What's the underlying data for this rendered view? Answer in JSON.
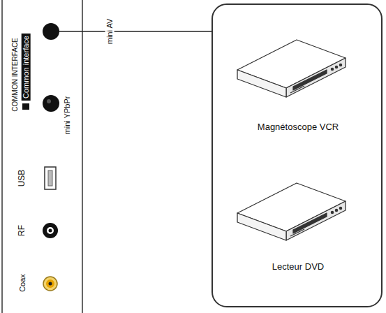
{
  "diagram": {
    "nodes": [
      {
        "text": [
          "mini AV"
        ]
      },
      {
        "text": [
          "Magnétoscope VCR",
          "Lecteur DVD"
        ]
      }
    ],
    "edges": [
      {
        "from": 0,
        "to": 1,
        "arrow": "none"
      }
    ],
    "labels": [
      "COMMON INTERFACE",
      "Common interface",
      "mini YPbPr",
      "USB",
      "RF",
      "Coax"
    ]
  }
}
